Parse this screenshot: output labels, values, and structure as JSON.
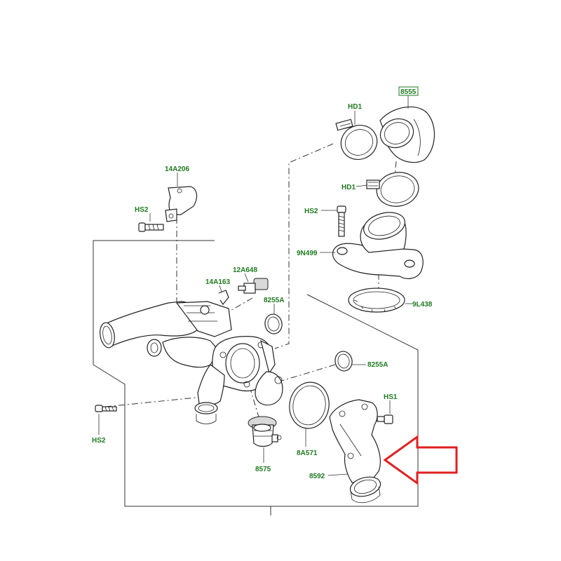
{
  "labels": {
    "part_8555": "8555",
    "hd1_top": "HD1",
    "hd1_mid": "HD1",
    "hs2_top_right": "HS2",
    "part_9n499": "9N499",
    "part_9l438": "9L438",
    "part_14a206": "14A206",
    "hs2_top_left": "HS2",
    "part_12a648": "12A648",
    "part_14a163": "14A163",
    "part_8255a_upper": "8255A",
    "part_8255a_lower": "8255A",
    "hs1": "HS1",
    "hs2_left": "HS2",
    "part_8a571": "8A571",
    "part_8575": "8575",
    "part_8592": "8592"
  },
  "colors": {
    "label_green": "#1f7a1f",
    "highlight_arrow": "#e02020",
    "box_border": "#1f7a1f"
  }
}
